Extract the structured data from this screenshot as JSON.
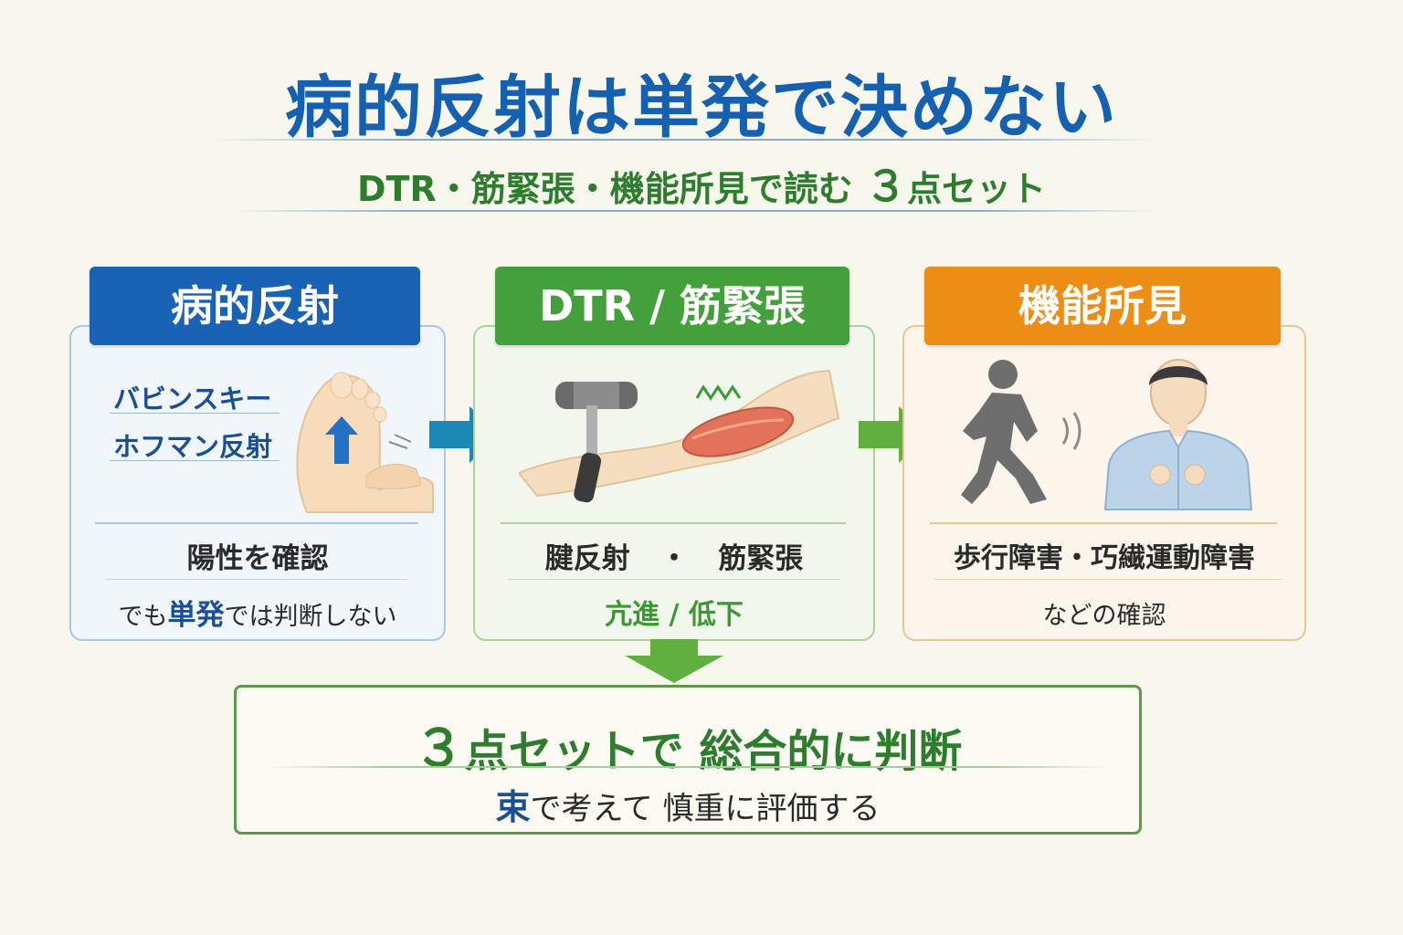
{
  "title": "病的反射は単発で決めない",
  "subtitle": {
    "prefix": "DTR・筋緊張・機能所見で読む",
    "num": "３",
    "suffix": "点セット"
  },
  "panels": {
    "reflex": {
      "header": "病的反射",
      "items": [
        "バビンスキー",
        "ホフマン反射"
      ],
      "line1": "陽性を確認",
      "line2": {
        "pre": "でも",
        "em": "単発",
        "post": "では判断しない"
      }
    },
    "dtr": {
      "header": "DTR / 筋緊張",
      "line1": {
        "a": "腱反射",
        "sep": "・",
        "b": "筋緊張"
      },
      "line2": "亢進 / 低下"
    },
    "function": {
      "header": "機能所見",
      "line1": "歩行障害・巧繊運動障害",
      "line2": "などの確認"
    }
  },
  "result": {
    "title": {
      "num": "３",
      "main": "点セットで 総合的に判断"
    },
    "sub": {
      "em": "束",
      "rest": "で考えて 慎重に評価する"
    }
  },
  "colors": {
    "blue": "#1a63b4",
    "green": "#43a03a",
    "orange": "#ec8d16",
    "text": "#2a2a2a"
  },
  "icons": [
    "foot-icon",
    "reflex-hammer-icon",
    "arm-muscle-icon",
    "walking-person-icon",
    "person-buttoning-icon"
  ]
}
